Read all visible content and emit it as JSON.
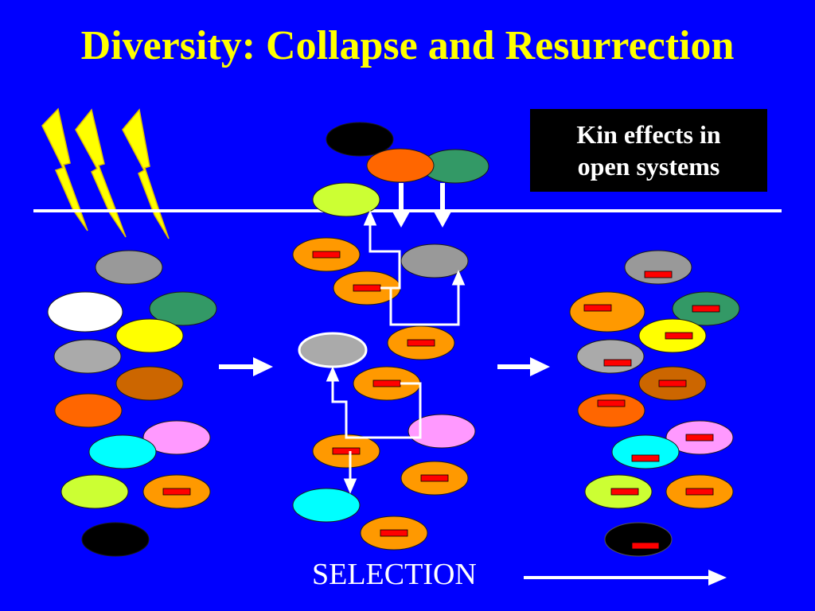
{
  "slide": {
    "title": "Diversity: Collapse and Resurrection",
    "kin_box": {
      "line1": "Kin effects in",
      "line2": "open systems"
    },
    "selection_label": "SELECTION",
    "colors": {
      "background": "#0000FF",
      "title": "#FFFF00",
      "lightning": "#FFFF00",
      "marker": "#FF0000",
      "lines": "#FFFFFF"
    },
    "icons": {
      "lightning": "lightning-bolt-icon",
      "arrow": "right-arrow-icon",
      "marker": "red-bar-marker"
    }
  }
}
